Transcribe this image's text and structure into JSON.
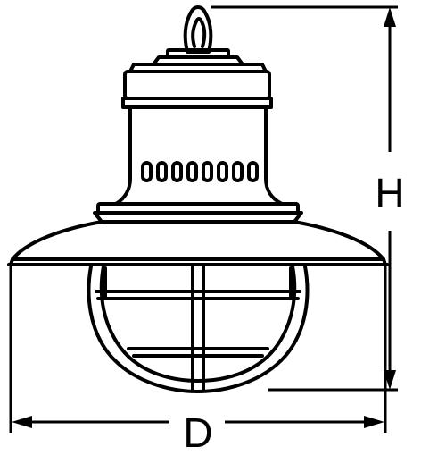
{
  "diagram": {
    "subject": "pendant-lamp",
    "ink_color": "#000000",
    "background_color": "#ffffff",
    "dimensions": {
      "height_label": "H",
      "diameter_label": "D"
    }
  }
}
